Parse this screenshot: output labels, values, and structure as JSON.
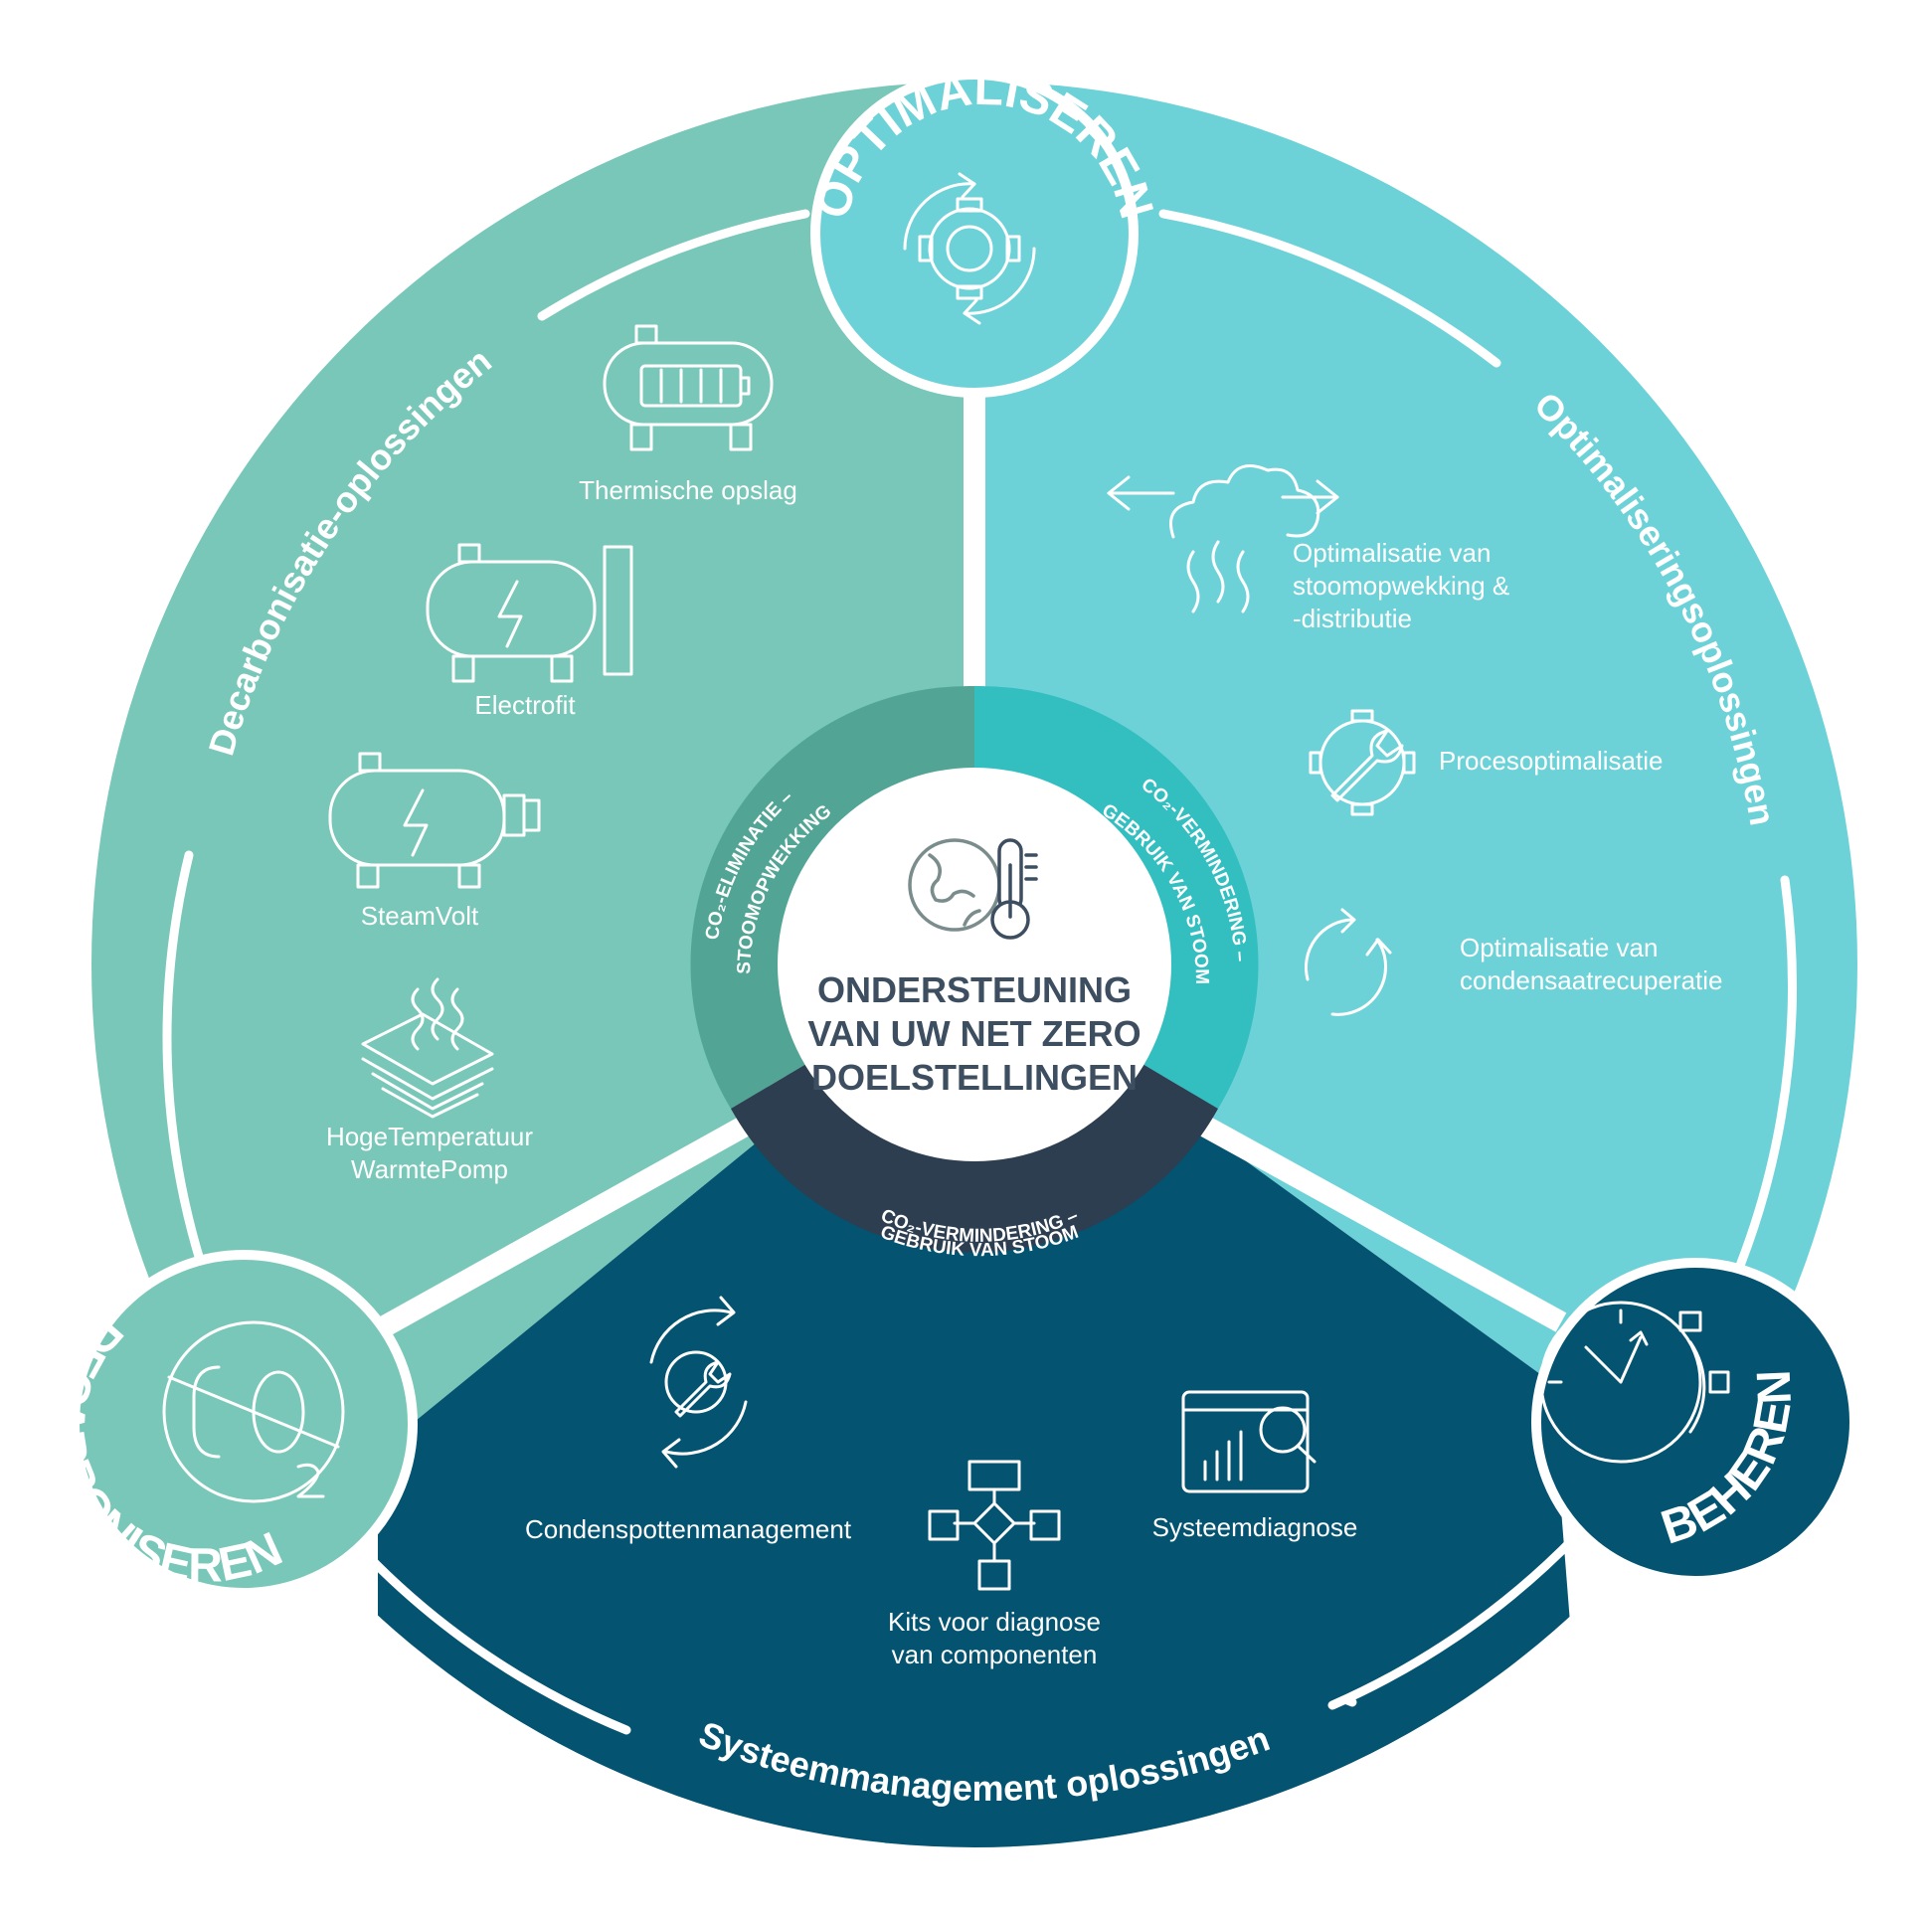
{
  "colors": {
    "decarbonise": "#78c7b8",
    "optimise": "#6dd2d8",
    "manage": "#045370",
    "ring_left": "#52a595",
    "ring_right": "#33bec0",
    "ring_bottom": "#2c3e50",
    "center_text": "#3d4e60"
  },
  "center": {
    "line1": "ONDERSTEUNING",
    "line2": "VAN UW NET ZERO",
    "line3": "DOELSTELLINGEN",
    "icon": "globe-thermometer-icon"
  },
  "ring": {
    "left_line1": "CO₂-ELIMINATIE –",
    "left_line2": "STOOMOPWEKKING",
    "right_line1": "CO₂-VERMINDERING –",
    "right_line2": "GEBRUIK VAN STOOM",
    "bottom_line1": "CO₂-VERMINDERING –",
    "bottom_line2": "GEBRUIK VAN STOOM"
  },
  "badges": {
    "optimise": {
      "title": "OPTIMALISEREN",
      "icon": "gear-cycle-icon"
    },
    "decarbonise": {
      "title": "DECARBONISEREN",
      "icon": "co2-crossed-icon"
    },
    "manage": {
      "title": "BEHEREN",
      "icon": "clock-gear-icon"
    }
  },
  "arc_titles": {
    "decarbonise": "Decarbonisatie-oplossingen",
    "optimise": "Optimaliseringsoplossingen",
    "manage": "Systeemmanagement oplossingen"
  },
  "decarbonise_items": [
    {
      "label": "Thermische opslag",
      "icon": "thermal-storage-icon"
    },
    {
      "label": "Electrofit",
      "icon": "electrofit-boiler-icon"
    },
    {
      "label": "SteamVolt",
      "icon": "steamvolt-boiler-icon"
    },
    {
      "line1": "HogeTemperatuur",
      "line2": "WarmtePomp",
      "icon": "heat-pump-icon"
    }
  ],
  "optimise_items": [
    {
      "line1": "Optimalisatie van",
      "line2": "stoomopwekking &",
      "line3": " -distributie",
      "icon": "steam-cloud-icon"
    },
    {
      "label": "Procesoptimalisatie",
      "icon": "gear-wrench-icon"
    },
    {
      "line1": "Optimalisatie van",
      "line2": "condensaatrecuperatie",
      "icon": "recycle-arrows-icon"
    }
  ],
  "manage_items": [
    {
      "label": "Condenspottenmanagement",
      "icon": "gear-wrench-cycle-icon"
    },
    {
      "line1": "Kits voor diagnose",
      "line2": "van componenten",
      "icon": "flowchart-icon"
    },
    {
      "label": "Systeemdiagnose",
      "icon": "dashboard-magnifier-icon"
    }
  ]
}
